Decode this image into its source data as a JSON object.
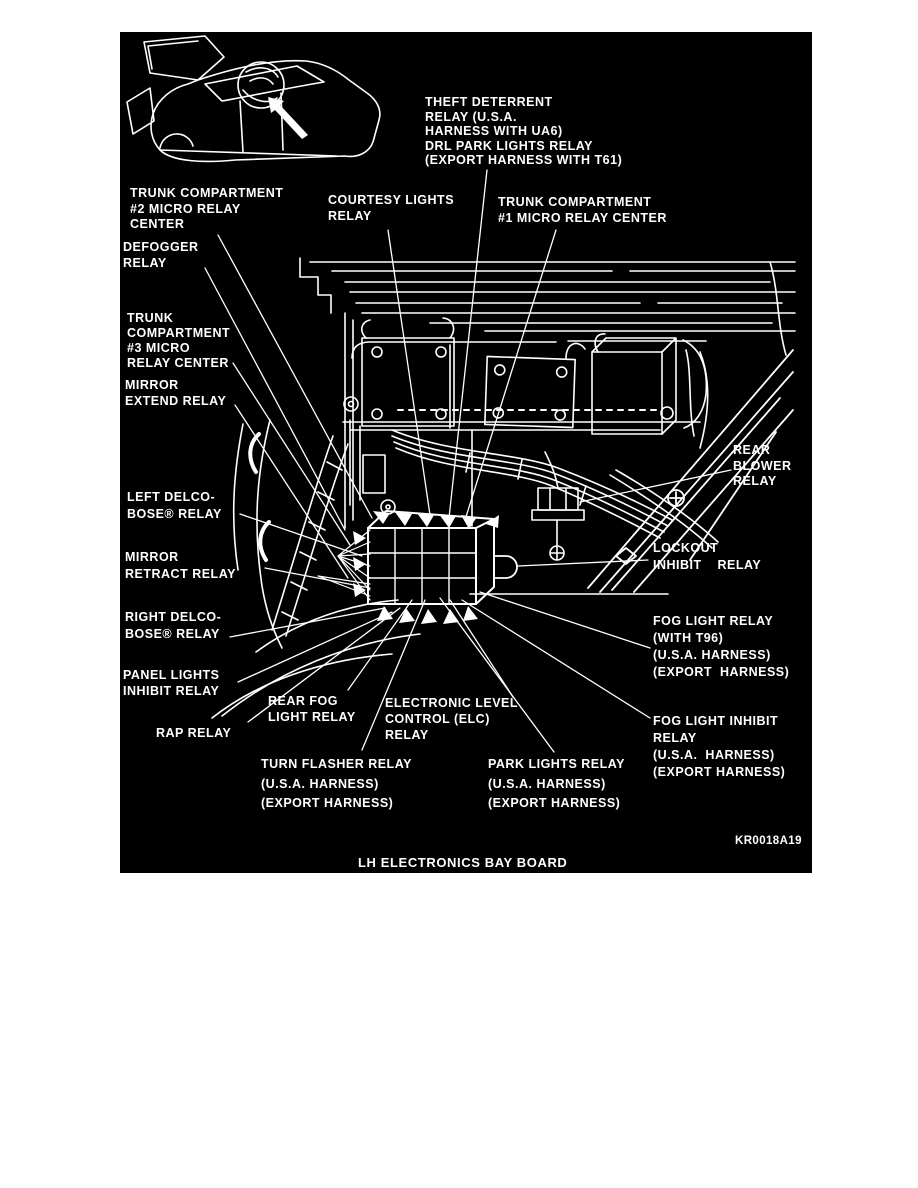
{
  "colors": {
    "page_background": "#ffffff",
    "panel_background": "#000000",
    "ink": "#ffffff"
  },
  "figure": {
    "caption": "LH ELECTRONICS BAY BOARD",
    "code": "KR0018A19"
  },
  "labels": {
    "theft_deterrent": "THEFT DETERRENT\nRELAY (U.S.A.\nHARNESS WITH UA6)\nDRL PARK LIGHTS RELAY\n(EXPORT HARNESS WITH T61)",
    "trunk_compartment_2": "TRUNK COMPARTMENT\n#2 MICRO RELAY\nCENTER",
    "courtesy_lights": "COURTESY LIGHTS\nRELAY",
    "trunk_compartment_1": "TRUNK COMPARTMENT\n#1 MICRO RELAY CENTER",
    "defogger": "DEFOGGER\nRELAY",
    "trunk_compartment_3": "TRUNK\nCOMPARTMENT\n#3 MICRO\nRELAY CENTER",
    "mirror_extend": "MIRROR\nEXTEND RELAY",
    "left_delco_bose": "LEFT DELCO-\nBOSE® RELAY",
    "mirror_retract": "MIRROR\nRETRACT RELAY",
    "right_delco_bose": "RIGHT DELCO-\nBOSE® RELAY",
    "panel_lights_inhibit": "PANEL LIGHTS\nINHIBIT RELAY",
    "rap": "RAP RELAY",
    "rear_fog_light": "REAR FOG\nLIGHT RELAY",
    "elc": "ELECTRONIC LEVEL\nCONTROL (ELC)\nRELAY",
    "turn_flasher": "TURN FLASHER RELAY\n(U.S.A. HARNESS)\n(EXPORT HARNESS)",
    "park_lights": "PARK LIGHTS RELAY\n(U.S.A. HARNESS)\n(EXPORT HARNESS)",
    "rear_blower": "REAR\nBLOWER\nRELAY",
    "lockout_inhibit": "LOCKOUT\nINHIBIT    RELAY",
    "fog_light_relay": "FOG LIGHT RELAY\n(WITH T96)\n(U.S.A. HARNESS)\n(EXPORT  HARNESS)",
    "fog_light_inhibit": "FOG LIGHT INHIBIT\nRELAY\n(U.S.A.  HARNESS)\n(EXPORT HARNESS)"
  }
}
